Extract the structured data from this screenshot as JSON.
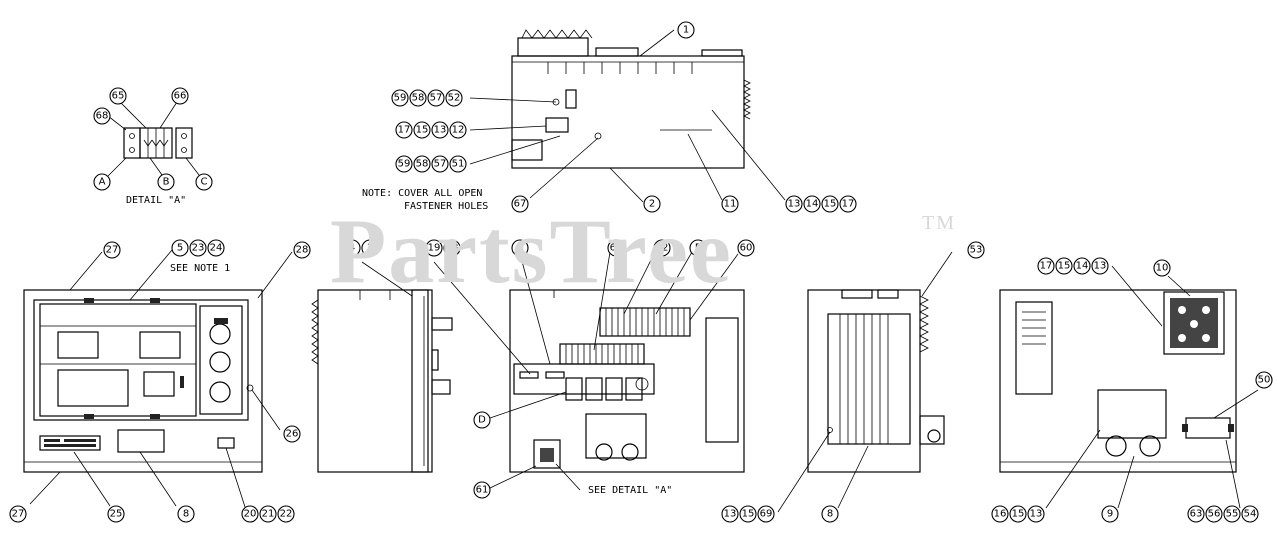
{
  "watermark": {
    "text": "PartsTree",
    "trademark": "TM"
  },
  "notes": {
    "cover_holes_line1": "NOTE: COVER ALL OPEN",
    "cover_holes_line2": "FASTENER HOLES",
    "see_note": "SEE NOTE 1",
    "detail_title": "DETAIL \"A\"",
    "see_detail": "SEE DETAIL \"A\""
  },
  "callouts": {
    "detail_a": [
      "65",
      "66",
      "68",
      "A",
      "B",
      "C"
    ],
    "top_view": [
      "1",
      "59",
      "58",
      "57",
      "52",
      "17",
      "15",
      "13",
      "12",
      "59",
      "58",
      "57",
      "51",
      "67",
      "2",
      "11",
      "13",
      "14",
      "15",
      "17"
    ],
    "front_view": [
      "27",
      "5",
      "23",
      "24",
      "28",
      "26",
      "27",
      "25",
      "8",
      "20",
      "21",
      "22"
    ],
    "left_side_view": [
      "4",
      "3"
    ],
    "interior_view": [
      "19",
      "18",
      "7",
      "64",
      "62",
      "E",
      "60",
      "D",
      "61"
    ],
    "right_side_view": [
      "53",
      "13",
      "15",
      "69",
      "8"
    ],
    "rear_view": [
      "17",
      "15",
      "14",
      "13",
      "10",
      "50",
      "16",
      "15",
      "13",
      "9",
      "63",
      "56",
      "55",
      "54"
    ]
  },
  "colors": {
    "line": "#000000",
    "watermark": "#d8d8d8",
    "background": "#ffffff"
  }
}
